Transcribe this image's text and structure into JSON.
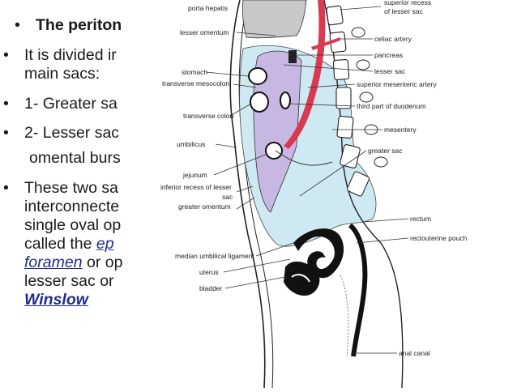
{
  "slide": {
    "b1": "The periton",
    "b2a": "It is divided ir",
    "b2b": "main sacs:",
    "b3": "1- Greater sa",
    "b4": "2- Lesser sac",
    "b4b": "omental burs",
    "b5a": "These two sa",
    "b5b": "interconnecte",
    "b5c": "single oval op",
    "b5d_pre": "called  the",
    "b5d_it": "ep",
    "b5e_it": "foramen",
    "b5e_post": "or op",
    "b5f": "lesser sac or",
    "b5g": "Winslow",
    "bullet": "•"
  },
  "diagram": {
    "labels_left": {
      "porta_hepatis": "porta hepatis",
      "lesser_omentum": "lesser omentum",
      "stomach": "stomach",
      "transverse_mesocolon": "transverse mesocolon",
      "transverse_colon": "transverse colon",
      "umbilicus": "umbilicus",
      "jejunum": "jejunum",
      "inferior_recess_1": "inferior recess of lesser",
      "inferior_recess_2": "sac",
      "greater_omentum": "greater omentum",
      "median_umbilical": "median umbilical ligament",
      "uterus": "uterus",
      "bladder": "bladder"
    },
    "labels_right": {
      "superior_recess_1": "superior recess",
      "superior_recess_2": "of lesser sac",
      "celiac_artery": "celiac artery",
      "pancreas": "pancreas",
      "lesser_sac": "lesser sac",
      "superior_mesenteric": "superior mesenteric artery",
      "third_duodenum": "third part of duodenum",
      "mesentery": "mesentery",
      "greater_sac": "greater sac",
      "rectum": "rectum",
      "rectouterine": "rectouterine pouch",
      "anal_canal": "anal canal"
    },
    "colors": {
      "greater_sac": "#cfe9f3",
      "lesser_sac": "#c9b7e3",
      "artery": "#d83a52",
      "liver": "#c8c8c8",
      "organ": "#111111"
    }
  }
}
